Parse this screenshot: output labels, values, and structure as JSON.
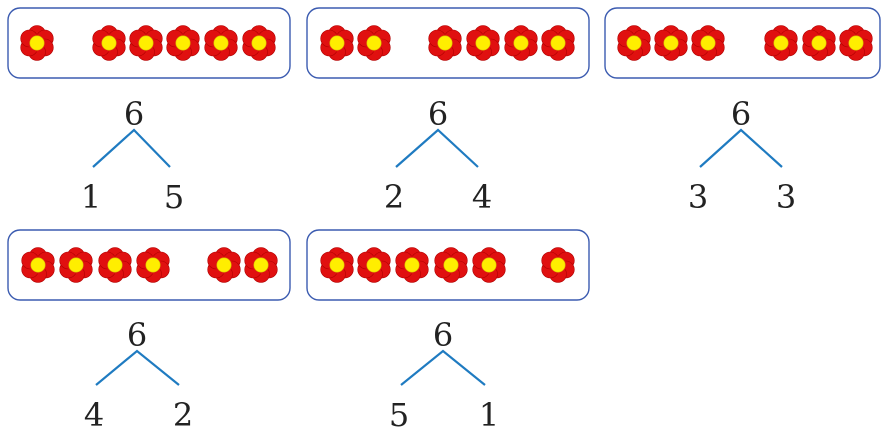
{
  "colors": {
    "box_border": "#3b5bb0",
    "branch": "#1f7bc1",
    "petal": "#e01010",
    "petal_outline": "#b00000",
    "center": "#ffee00"
  },
  "groups": [
    {
      "total": "6",
      "left": "1",
      "right": "5",
      "left_flowers": 1,
      "right_flowers": 5
    },
    {
      "total": "6",
      "left": "2",
      "right": "4",
      "left_flowers": 2,
      "right_flowers": 4
    },
    {
      "total": "6",
      "left": "3",
      "right": "3",
      "left_flowers": 3,
      "right_flowers": 3
    },
    {
      "total": "6",
      "left": "4",
      "right": "2",
      "left_flowers": 4,
      "right_flowers": 2
    },
    {
      "total": "6",
      "left": "5",
      "right": "1",
      "left_flowers": 5,
      "right_flowers": 1
    }
  ]
}
